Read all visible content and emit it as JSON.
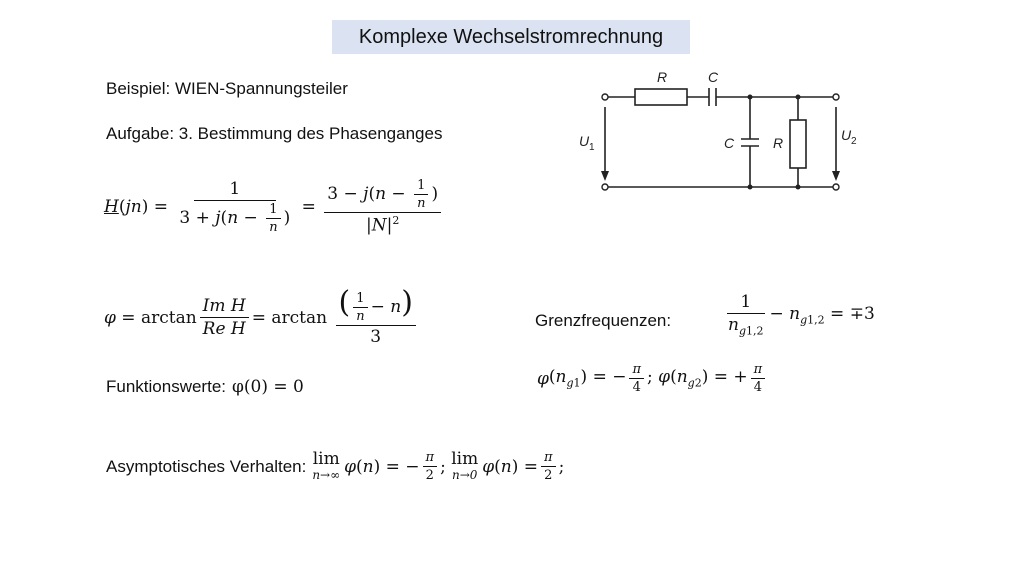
{
  "title": "Komplexe Wechselstromrechnung",
  "example": "Beispiel: WIEN-Spannungsteiler",
  "task": "Aufgabe: 3. Bestimmung des Phasenganges",
  "function_values_label": "Funktionswerte:",
  "function_values_expr": "φ(0) = 0",
  "asymptotic_label": "Asymptotisches Verhalten:",
  "cutoff_label": "Grenzfrequenzen:",
  "circuit": {
    "label_R_top": "R",
    "label_C_top": "C",
    "label_C_mid": "C",
    "label_R_mid": "R",
    "label_U1": "U",
    "label_U1_sub": "1",
    "label_U2": "U",
    "label_U2_sub": "2"
  }
}
